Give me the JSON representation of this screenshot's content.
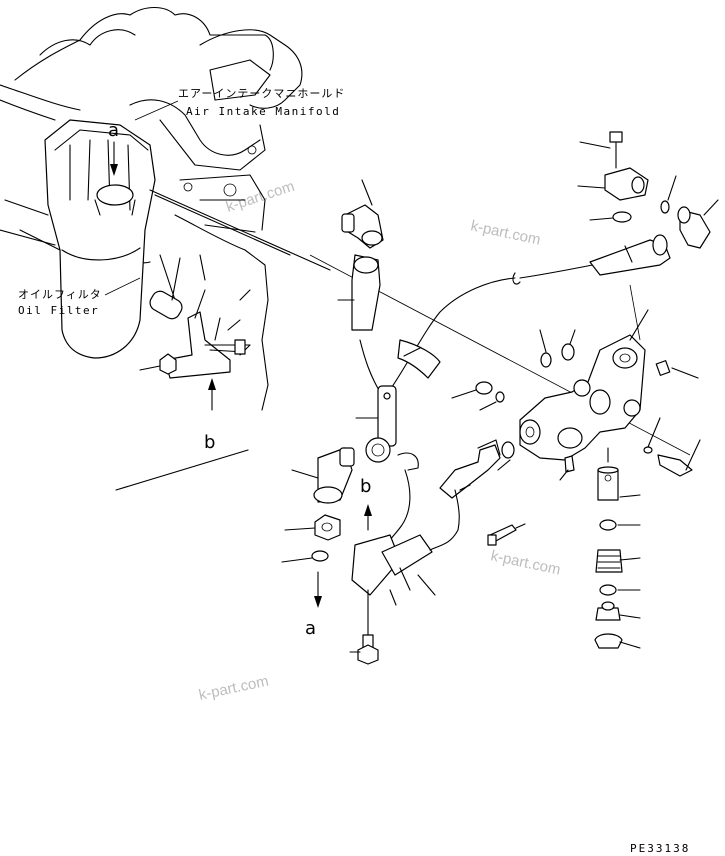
{
  "labels": {
    "manifold_jp": "エアーインテークマニホールド",
    "manifold_en": "Air Intake Manifold",
    "filter_jp": "オイルフィルタ",
    "filter_en": "Oil Filter",
    "ref_a_top": "a",
    "ref_a_bottom": "a",
    "ref_b_left": "b",
    "ref_b_mid": "b"
  },
  "watermarks": [
    "k-part.com",
    "k-part.com",
    "k-part.com",
    "k-part.com"
  ],
  "drawing_code": "PE33138"
}
